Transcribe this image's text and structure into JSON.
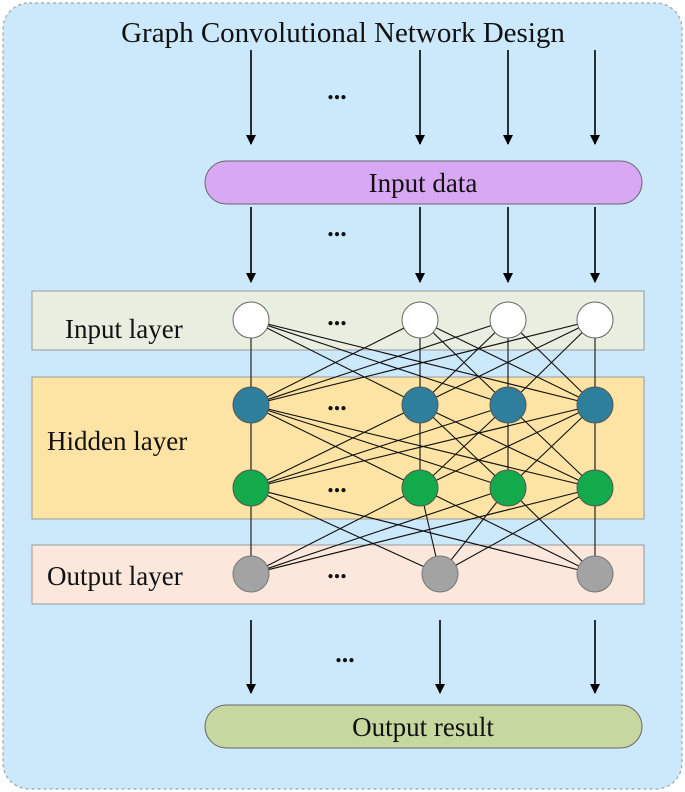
{
  "title": "Graph Convolutional Network Design",
  "ellipsis": "...",
  "input_data": {
    "label": "Input data"
  },
  "input_layer": {
    "label": "Input layer",
    "node_count": 4
  },
  "hidden_layer": {
    "label": "Hidden layer",
    "node_count": 8
  },
  "output_layer": {
    "label": "Output layer",
    "node_count": 3
  },
  "output_result": {
    "label": "Output result"
  },
  "colors": {
    "background": "#cce9fb",
    "input_data_pill": "#d9a8f5",
    "input_layer_band": "#e8efe0",
    "hidden_layer_band": "#fde3a4",
    "output_layer_band": "#fbe7dc",
    "output_result_pill": "#c6d8a0",
    "input_node": "#ffffff",
    "hidden_node_top": "#2e7f9c",
    "hidden_node_bottom": "#12aa4a",
    "output_node": "#a3a3a3"
  }
}
